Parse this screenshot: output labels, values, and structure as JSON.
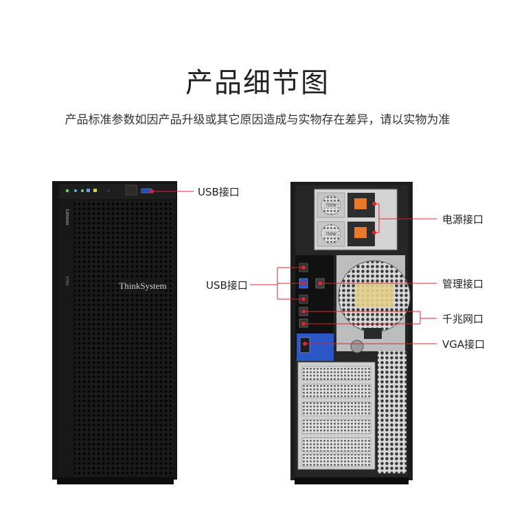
{
  "page_title": "产品细节图",
  "subtitle": "产品标准参数如因产品升级或其它原因造成与实物存在差异，请以实物为准",
  "front": {
    "brand_side": "Lenovo",
    "model_side": "ST550",
    "logo": "ThinkSystem",
    "usb_label": "USB接口"
  },
  "rear": {
    "psu_rating": "750W",
    "usb_label": "USB接口",
    "power_label": "电源接口",
    "mgmt_label": "管理接口",
    "gbe_label": "千兆网口",
    "vga_label": "VGA接口"
  },
  "colors": {
    "callout": "#d9262c",
    "chassis": "#1b1b1b",
    "io_blue": "#2a56c6",
    "psu_orange": "#e8782a"
  }
}
